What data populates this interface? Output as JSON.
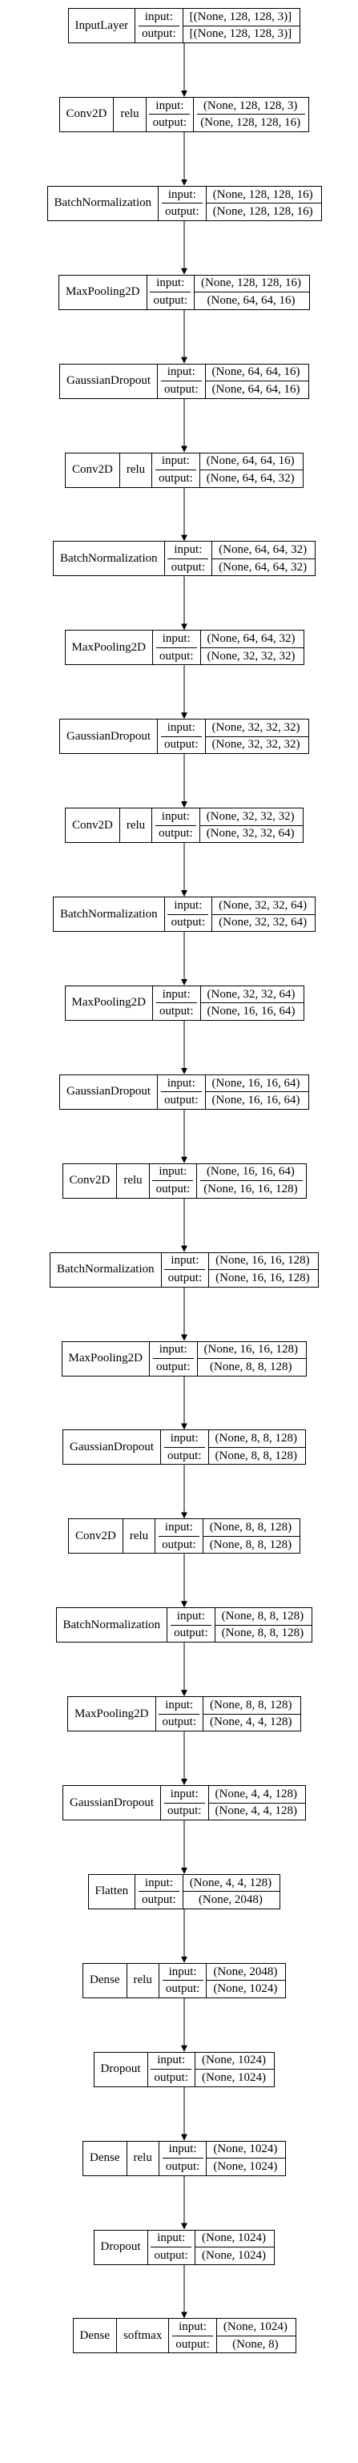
{
  "io_labels": {
    "input": "input:",
    "output": "output:"
  },
  "layers": [
    {
      "type": "InputLayer",
      "activation": "",
      "input": "[(None, 128, 128, 3)]",
      "output": "[(None, 128, 128, 3)]"
    },
    {
      "type": "Conv2D",
      "activation": "relu",
      "input": "(None, 128, 128, 3)",
      "output": "(None, 128, 128, 16)"
    },
    {
      "type": "BatchNormalization",
      "activation": "",
      "input": "(None, 128, 128, 16)",
      "output": "(None, 128, 128, 16)"
    },
    {
      "type": "MaxPooling2D",
      "activation": "",
      "input": "(None, 128, 128, 16)",
      "output": "(None, 64, 64, 16)"
    },
    {
      "type": "GaussianDropout",
      "activation": "",
      "input": "(None, 64, 64, 16)",
      "output": "(None, 64, 64, 16)"
    },
    {
      "type": "Conv2D",
      "activation": "relu",
      "input": "(None, 64, 64, 16)",
      "output": "(None, 64, 64, 32)"
    },
    {
      "type": "BatchNormalization",
      "activation": "",
      "input": "(None, 64, 64, 32)",
      "output": "(None, 64, 64, 32)"
    },
    {
      "type": "MaxPooling2D",
      "activation": "",
      "input": "(None, 64, 64, 32)",
      "output": "(None, 32, 32, 32)"
    },
    {
      "type": "GaussianDropout",
      "activation": "",
      "input": "(None, 32, 32, 32)",
      "output": "(None, 32, 32, 32)"
    },
    {
      "type": "Conv2D",
      "activation": "relu",
      "input": "(None, 32, 32, 32)",
      "output": "(None, 32, 32, 64)"
    },
    {
      "type": "BatchNormalization",
      "activation": "",
      "input": "(None, 32, 32, 64)",
      "output": "(None, 32, 32, 64)"
    },
    {
      "type": "MaxPooling2D",
      "activation": "",
      "input": "(None, 32, 32, 64)",
      "output": "(None, 16, 16, 64)"
    },
    {
      "type": "GaussianDropout",
      "activation": "",
      "input": "(None, 16, 16, 64)",
      "output": "(None, 16, 16, 64)"
    },
    {
      "type": "Conv2D",
      "activation": "relu",
      "input": "(None, 16, 16, 64)",
      "output": "(None, 16, 16, 128)"
    },
    {
      "type": "BatchNormalization",
      "activation": "",
      "input": "(None, 16, 16, 128)",
      "output": "(None, 16, 16, 128)"
    },
    {
      "type": "MaxPooling2D",
      "activation": "",
      "input": "(None, 16, 16, 128)",
      "output": "(None, 8, 8, 128)"
    },
    {
      "type": "GaussianDropout",
      "activation": "",
      "input": "(None, 8, 8, 128)",
      "output": "(None, 8, 8, 128)"
    },
    {
      "type": "Conv2D",
      "activation": "relu",
      "input": "(None, 8, 8, 128)",
      "output": "(None, 8, 8, 128)"
    },
    {
      "type": "BatchNormalization",
      "activation": "",
      "input": "(None, 8, 8, 128)",
      "output": "(None, 8, 8, 128)"
    },
    {
      "type": "MaxPooling2D",
      "activation": "",
      "input": "(None, 8, 8, 128)",
      "output": "(None, 4, 4, 128)"
    },
    {
      "type": "GaussianDropout",
      "activation": "",
      "input": "(None, 4, 4, 128)",
      "output": "(None, 4, 4, 128)"
    },
    {
      "type": "Flatten",
      "activation": "",
      "input": "(None, 4, 4, 128)",
      "output": "(None, 2048)"
    },
    {
      "type": "Dense",
      "activation": "relu",
      "input": "(None, 2048)",
      "output": "(None, 1024)"
    },
    {
      "type": "Dropout",
      "activation": "",
      "input": "(None, 1024)",
      "output": "(None, 1024)"
    },
    {
      "type": "Dense",
      "activation": "relu",
      "input": "(None, 1024)",
      "output": "(None, 1024)"
    },
    {
      "type": "Dropout",
      "activation": "",
      "input": "(None, 1024)",
      "output": "(None, 1024)"
    },
    {
      "type": "Dense",
      "activation": "softmax",
      "input": "(None, 1024)",
      "output": "(None, 8)"
    }
  ]
}
